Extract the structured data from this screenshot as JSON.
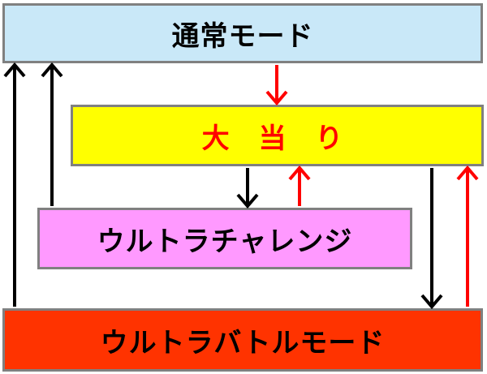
{
  "nodes": {
    "normal": {
      "label": "通常モード",
      "fill": "#c9e8f8"
    },
    "jackpot": {
      "label": "大 当 り",
      "fill": "#ffff00",
      "text_color": "#ff0000"
    },
    "challenge": {
      "label": "ウルトラチャレンジ",
      "fill": "#ff99ff"
    },
    "battle": {
      "label": "ウルトラバトルモード",
      "fill": "#ff3300"
    }
  },
  "arrow_colors": {
    "black": "#000000",
    "red": "#ff0000"
  },
  "edges": [
    {
      "from": "normal",
      "to": "jackpot",
      "color": "red"
    },
    {
      "from": "jackpot",
      "to": "challenge",
      "color": "black"
    },
    {
      "from": "challenge",
      "to": "jackpot",
      "color": "red"
    },
    {
      "from": "jackpot",
      "to": "battle",
      "color": "black"
    },
    {
      "from": "battle",
      "to": "jackpot",
      "color": "red"
    },
    {
      "from": "challenge",
      "to": "normal",
      "color": "black"
    },
    {
      "from": "battle",
      "to": "normal",
      "color": "black"
    }
  ]
}
